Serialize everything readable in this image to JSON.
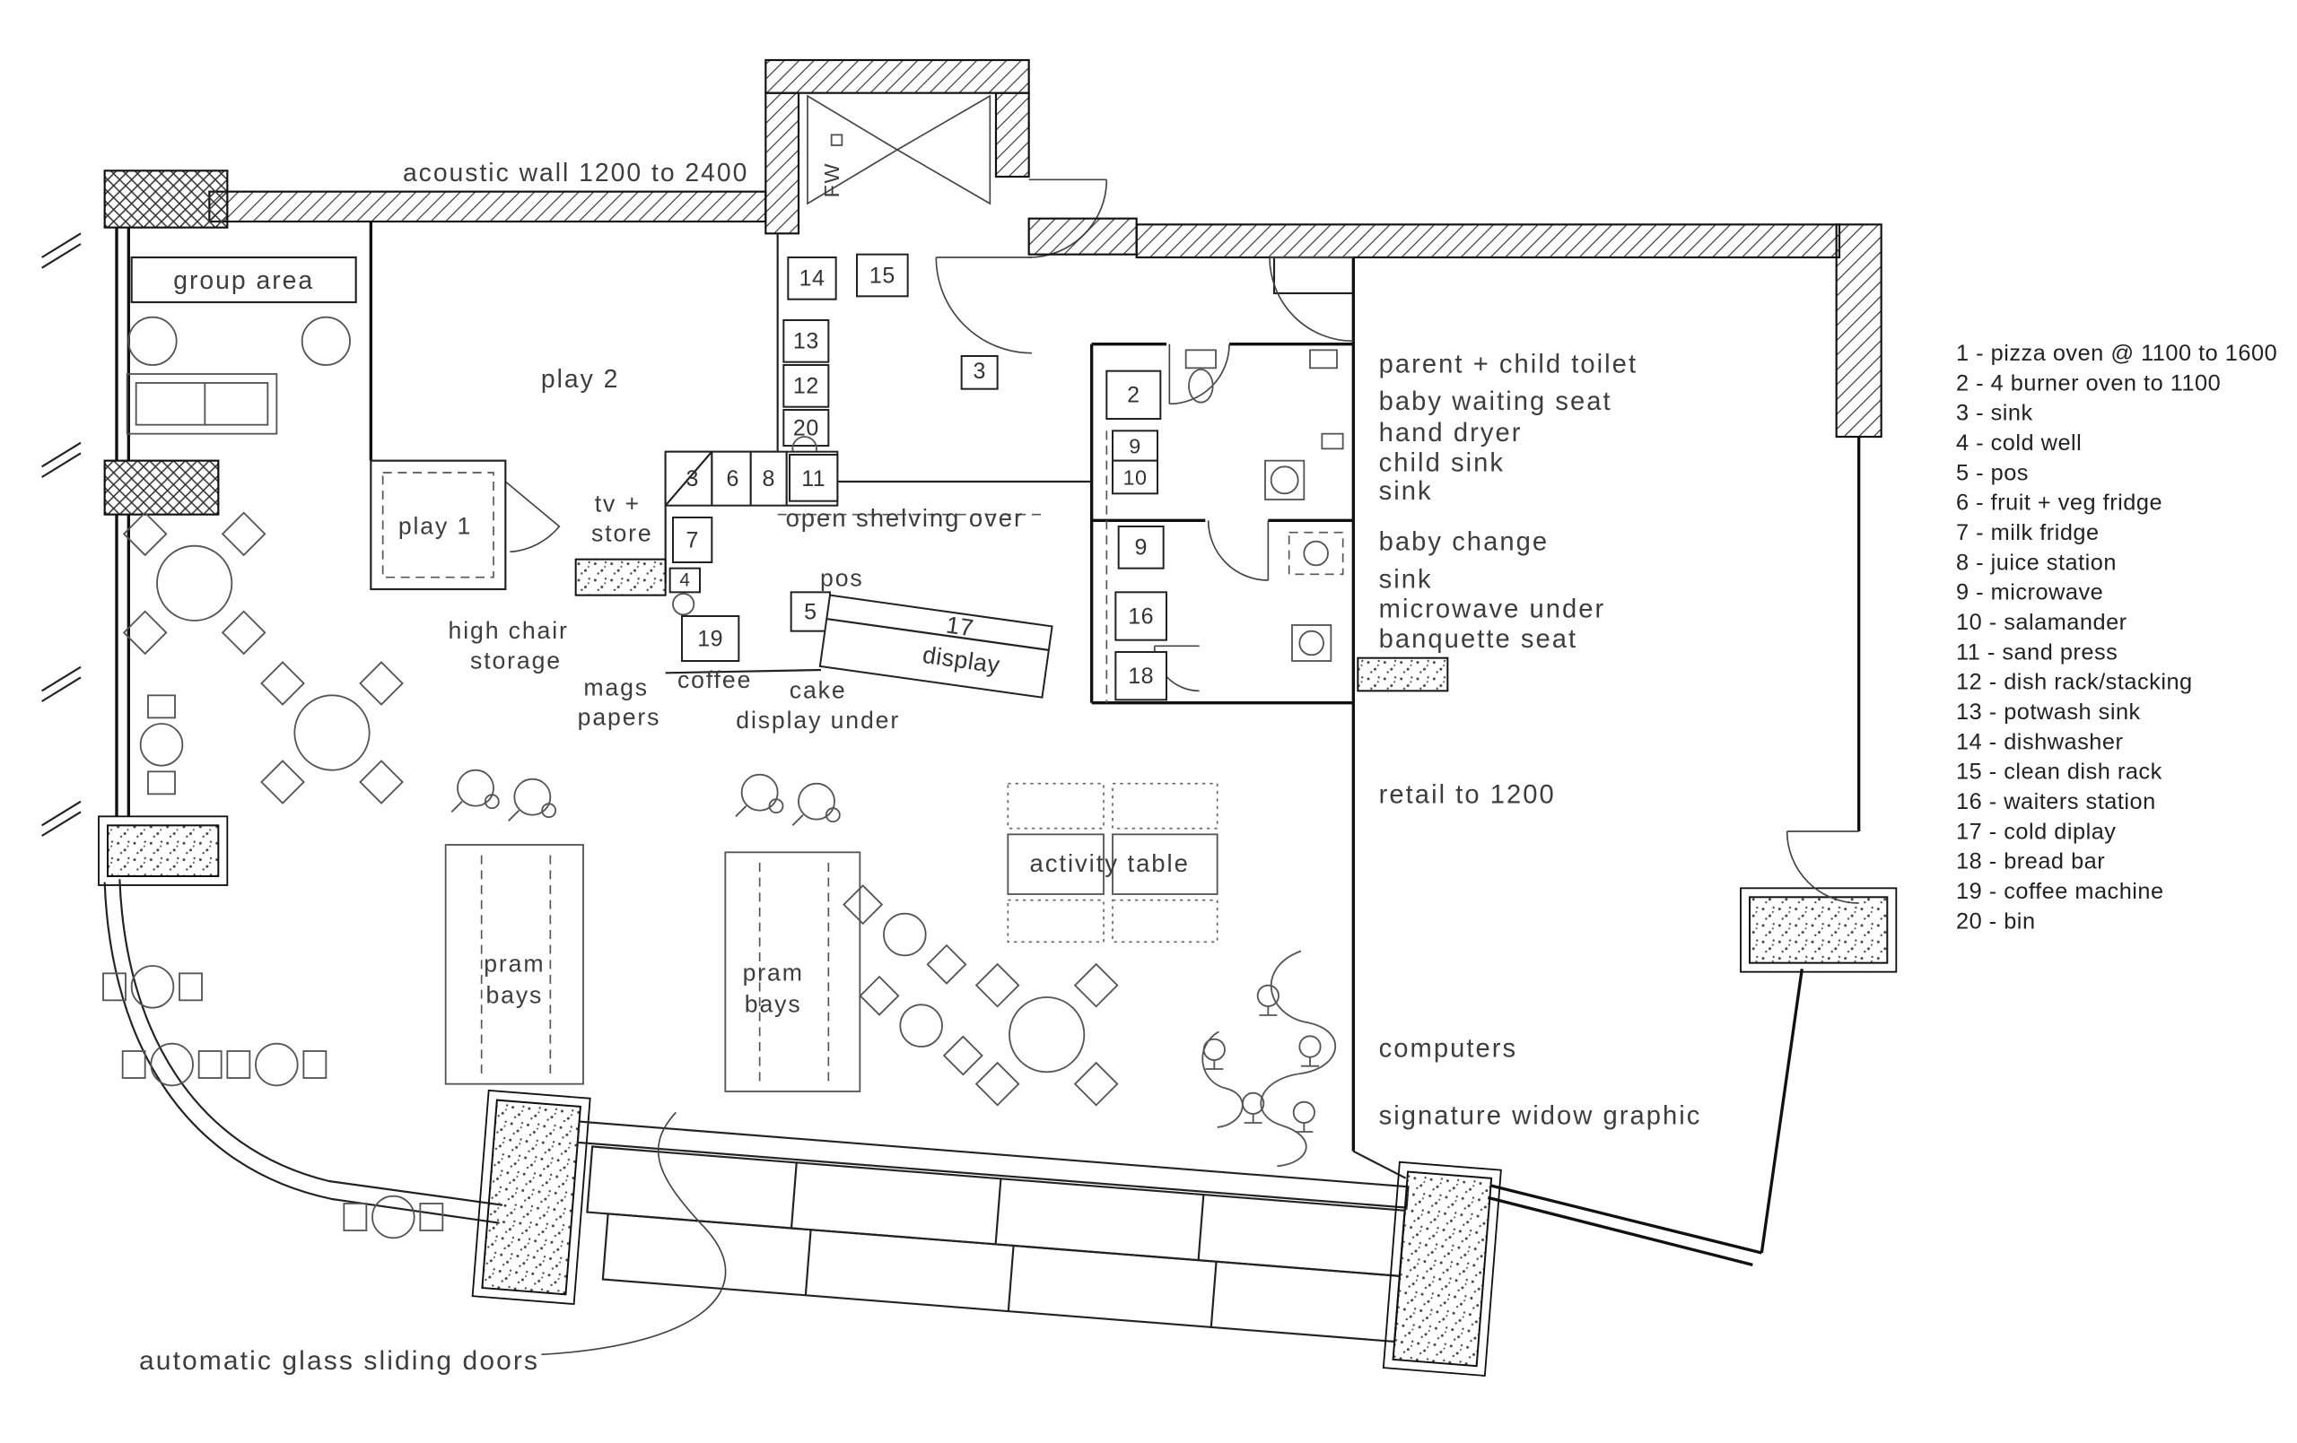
{
  "plan": {
    "acoustic_wall": "acoustic wall 1200 to 2400",
    "fw": "FW",
    "group_area": "group area",
    "play2": "play 2",
    "play1": "play 1",
    "tv_store_l1": "tv +",
    "tv_store_l2": "store",
    "open_shelving": "open shelving over",
    "pos": "pos",
    "high_chair_l1": "high chair",
    "high_chair_l2": "storage",
    "mags_l1": "mags",
    "mags_l2": "papers",
    "coffee": "coffee",
    "cake_l1": "cake",
    "cake_l2": "display under",
    "display17_l1": "17",
    "display17_l2": "display",
    "activity_table": "activity table",
    "pram_l1": "pram",
    "pram_l2": "bays",
    "auto_doors": "automatic glass sliding doors"
  },
  "annotations": {
    "parent_child_toilet": "parent + child toilet",
    "baby_waiting_seat": "baby waiting seat",
    "hand_dryer": "hand dryer",
    "child_sink": "child sink",
    "sink_1": "sink",
    "baby_change": "baby change",
    "sink_2": "sink",
    "microwave_under": "microwave under",
    "banquette_seat": "banquette seat",
    "retail": "retail to 1200",
    "computers": "computers",
    "signature": "signature widow graphic"
  },
  "tags": {
    "t2": "2",
    "t3a": "3",
    "t3b": "3",
    "t4": "4",
    "t5": "5",
    "t6": "6",
    "t7": "7",
    "t8": "8",
    "t9a": "9",
    "t9b": "9",
    "t10": "10",
    "t11": "11",
    "t12": "12",
    "t13": "13",
    "t14": "14",
    "t15": "15",
    "t16": "16",
    "t18": "18",
    "t19": "19",
    "t20": "20"
  },
  "legend": {
    "items": [
      "1 - pizza oven @ 1100 to 1600",
      "2 - 4 burner oven to 1100",
      "3 - sink",
      "4 - cold well",
      "5 - pos",
      "6 - fruit + veg fridge",
      "7 - milk fridge",
      "8 - juice station",
      "9 - microwave",
      "10 - salamander",
      "11 - sand press",
      "12 - dish rack/stacking",
      "13 - potwash sink",
      "14 - dishwasher",
      "15 - clean dish rack",
      "16 - waiters station",
      "17 - cold diplay",
      "18 - bread bar",
      "19 - coffee machine",
      "20 - bin"
    ]
  }
}
